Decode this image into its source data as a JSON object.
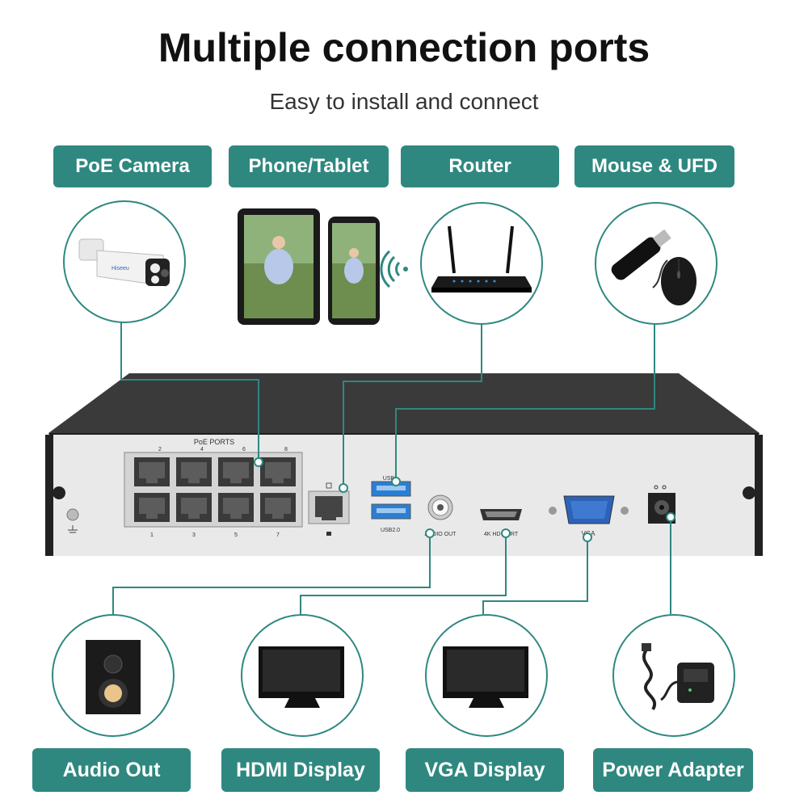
{
  "title": "Multiple connection ports",
  "subtitle": "Easy to install and connect",
  "top_labels": {
    "poe_camera": "PoE Camera",
    "phone_tablet": "Phone/Tablet",
    "router": "Router",
    "mouse_ufd": "Mouse & UFD"
  },
  "bottom_labels": {
    "audio_out": "Audio Out",
    "hdmi_display": "HDMI Display",
    "vga_display": "VGA Display",
    "power_adapter": "Power Adapter"
  },
  "panel": {
    "poe_ports": "PoE PORTS",
    "poe_top_numbers": [
      "2",
      "4",
      "6",
      "8"
    ],
    "poe_bottom_numbers": [
      "1",
      "3",
      "5",
      "7"
    ],
    "usb_top": "USB",
    "usb_bottom": "USB2.0",
    "audio_out": "AUDIO OUT",
    "hdmi": "4K HD-PORT",
    "vga": "VGA",
    "camera_brand": "Hiseeu"
  },
  "colors": {
    "accent": "#2f8880",
    "nvr_top": "#3a3a3a",
    "panel": "#e9e9ea"
  }
}
